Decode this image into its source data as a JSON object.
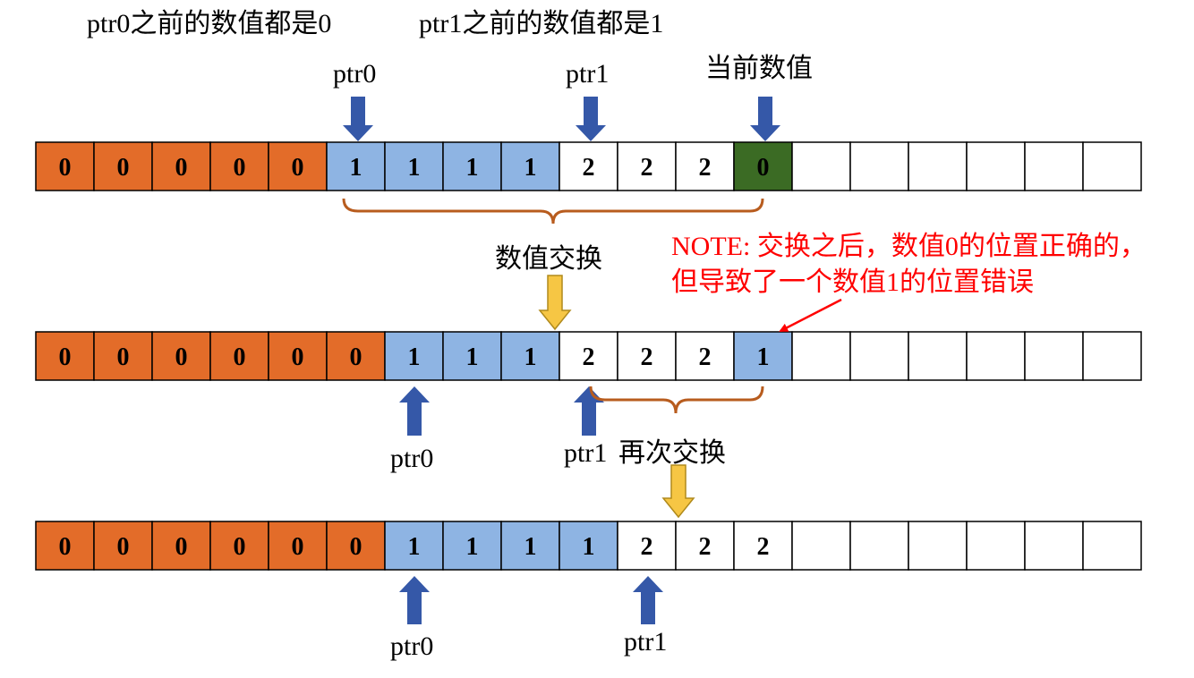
{
  "colors": {
    "zero": "#e36c29",
    "one": "#8eb4e3",
    "current": "#3b6b24",
    "empty": "#ffffff",
    "pointer_arrow": "#3558a8",
    "swap_arrow": "#f6c644",
    "brace": "#b85c1e",
    "note_red": "#ff0000"
  },
  "labels": {
    "top_left": "ptr0之前的数值都是0",
    "top_right": "ptr1之前的数值都是1",
    "row1_ptr0": "ptr0",
    "row1_ptr1": "ptr1",
    "row1_current": "当前数值",
    "swap1": "数值交换",
    "note_line1": "NOTE: 交换之后，数值0的位置正确的，",
    "note_line2": "但导致了一个数值1的位置错误",
    "row2_ptr0": "ptr0",
    "row2_ptr1": "ptr1",
    "swap2": "再次交换",
    "row3_ptr0": "ptr0",
    "row3_ptr1": "ptr1"
  },
  "rows": [
    {
      "values": [
        "0",
        "0",
        "0",
        "0",
        "0",
        "1",
        "1",
        "1",
        "1",
        "2",
        "2",
        "2",
        "0",
        "",
        "",
        "",
        "",
        "",
        ""
      ],
      "kinds": [
        "zero",
        "zero",
        "zero",
        "zero",
        "zero",
        "one",
        "one",
        "one",
        "one",
        "empty",
        "empty",
        "empty",
        "current",
        "empty",
        "empty",
        "empty",
        "empty",
        "empty",
        "empty"
      ]
    },
    {
      "values": [
        "0",
        "0",
        "0",
        "0",
        "0",
        "0",
        "1",
        "1",
        "1",
        "2",
        "2",
        "2",
        "1",
        "",
        "",
        "",
        "",
        "",
        ""
      ],
      "kinds": [
        "zero",
        "zero",
        "zero",
        "zero",
        "zero",
        "zero",
        "one",
        "one",
        "one",
        "empty",
        "empty",
        "empty",
        "one",
        "empty",
        "empty",
        "empty",
        "empty",
        "empty",
        "empty"
      ]
    },
    {
      "values": [
        "0",
        "0",
        "0",
        "0",
        "0",
        "0",
        "1",
        "1",
        "1",
        "1",
        "2",
        "2",
        "2",
        "",
        "",
        "",
        "",
        "",
        ""
      ],
      "kinds": [
        "zero",
        "zero",
        "zero",
        "zero",
        "zero",
        "zero",
        "one",
        "one",
        "one",
        "one",
        "empty",
        "empty",
        "empty",
        "empty",
        "empty",
        "empty",
        "empty",
        "empty",
        "empty"
      ]
    }
  ]
}
